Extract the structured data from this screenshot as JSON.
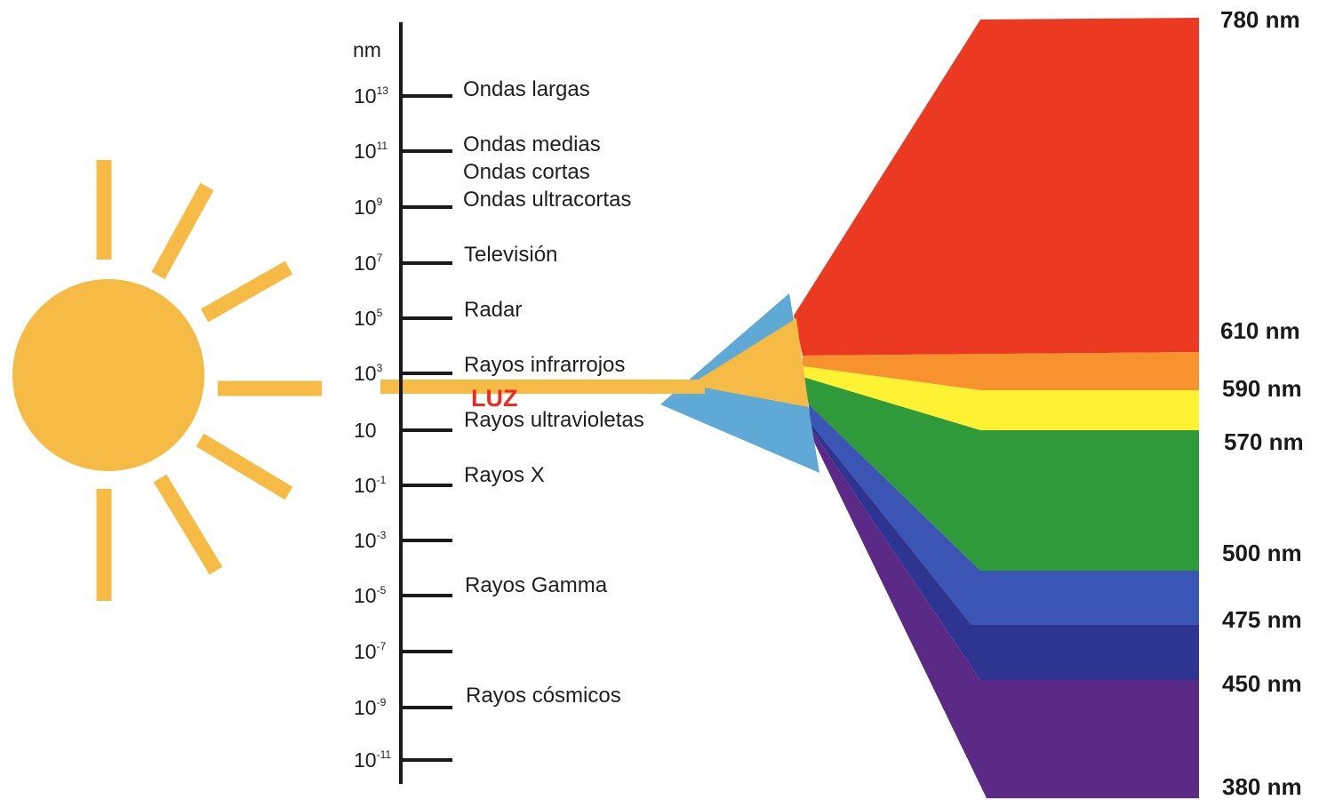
{
  "scale": {
    "unit_label": "nm",
    "ticks": [
      {
        "base": "10",
        "exp": "13"
      },
      {
        "base": "10",
        "exp": "11"
      },
      {
        "base": "10",
        "exp": "9"
      },
      {
        "base": "10",
        "exp": "7"
      },
      {
        "base": "10",
        "exp": "5"
      },
      {
        "base": "10",
        "exp": "3"
      },
      {
        "base": "10",
        "exp": ""
      },
      {
        "base": "10",
        "exp": "-1"
      },
      {
        "base": "10",
        "exp": "-3"
      },
      {
        "base": "10",
        "exp": "-5"
      },
      {
        "base": "10",
        "exp": "-7"
      },
      {
        "base": "10",
        "exp": "-9"
      },
      {
        "base": "10",
        "exp": "-11"
      }
    ]
  },
  "bands": [
    "Ondas largas",
    "Ondas medias",
    "Ondas cortas",
    "Ondas ultracortas",
    "Televisión",
    "Radar",
    "Rayos infrarrojos",
    "Rayos ultravioletas",
    "Rayos X",
    "Rayos Gamma",
    "Rayos cósmicos"
  ],
  "light_label": "LUZ",
  "spectrum": {
    "boundaries": [
      "780 nm",
      "610 nm",
      "590 nm",
      "570 nm",
      "500 nm",
      "475 nm",
      "450 nm",
      "380 nm"
    ],
    "colors": [
      "#ec3a22",
      "#f7922f",
      "#fef232",
      "#2f9a3a",
      "#3a55b4",
      "#2e3591",
      "#5b2a86"
    ]
  },
  "colors": {
    "sun": "#f6bb44",
    "prism": "#5ea9d6",
    "luz": "#ee2a24",
    "axis": "#1a1a1a"
  }
}
